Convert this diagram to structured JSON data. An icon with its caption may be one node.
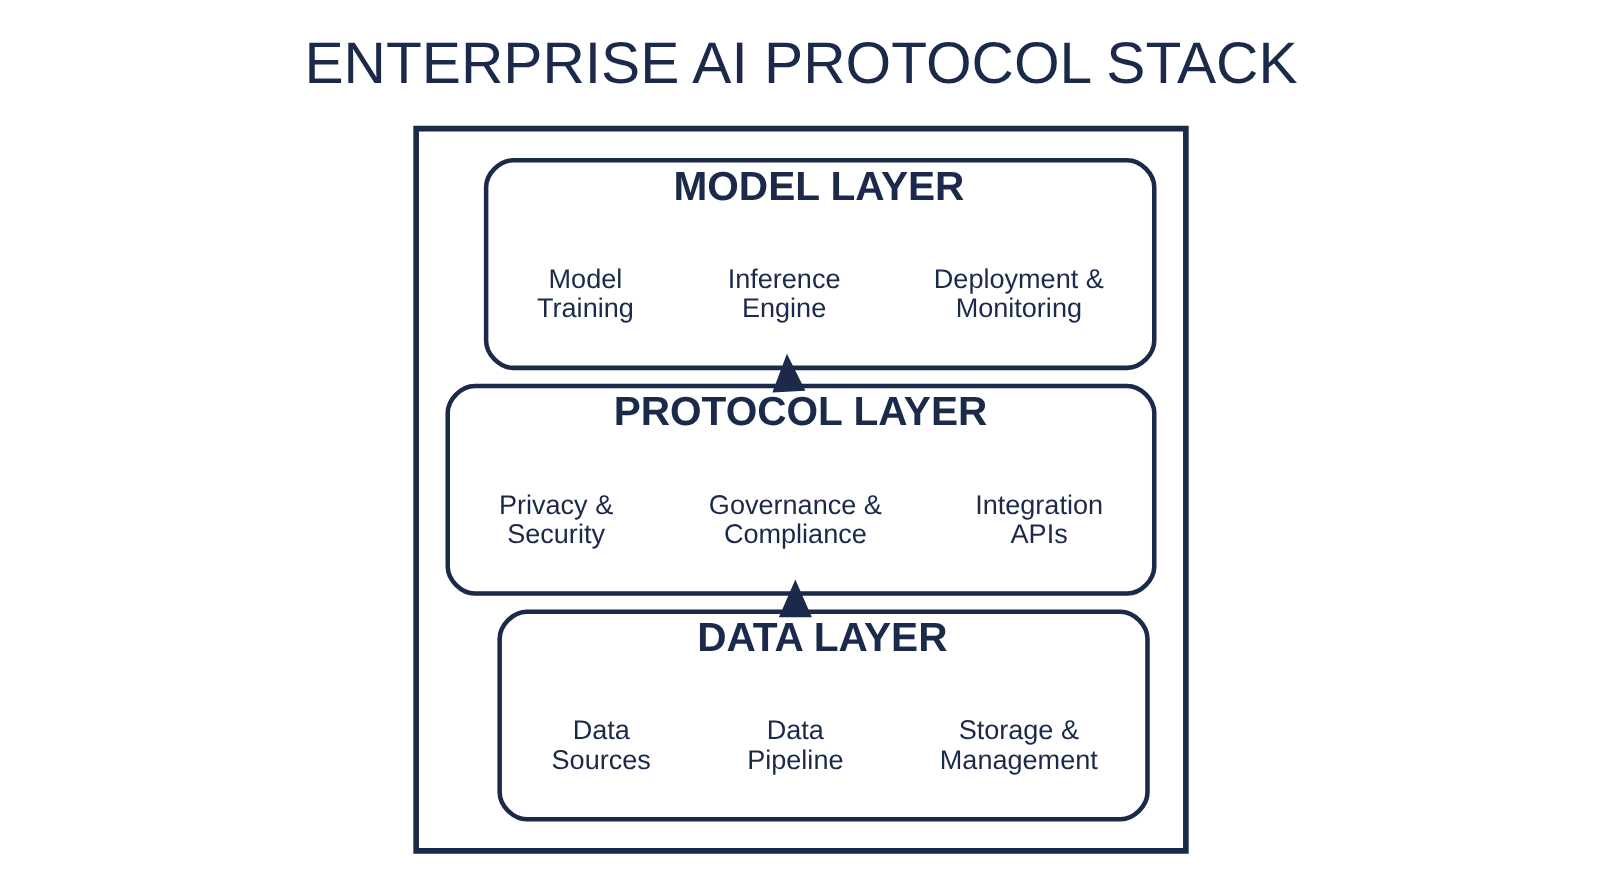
{
  "diagram": {
    "title": "ENTERPRISE AI PROTOCOL STACK",
    "nodes": [
      {
        "text": [],
        "shape": "box"
      },
      {
        "text": [
          "MODEL LAYER"
        ],
        "in": 0
      },
      {
        "text": [
          "Model Training"
        ],
        "in": 1
      },
      {
        "text": [
          "Inference Engine"
        ],
        "in": 1
      },
      {
        "text": [
          "Deployment & Monitoring"
        ],
        "in": 1
      },
      {
        "text": [
          "PROTOCOL LAYER"
        ],
        "in": 0
      },
      {
        "text": [
          "Privacy & Security"
        ],
        "in": 5
      },
      {
        "text": [
          "Governance & Compliance"
        ],
        "in": 5
      },
      {
        "text": [
          "Integration APIs"
        ],
        "in": 5
      },
      {
        "text": [
          "DATA LAYER"
        ],
        "in": 0
      },
      {
        "text": [
          "Data Sources"
        ],
        "in": 9
      },
      {
        "text": [
          "Data Pipeline"
        ],
        "in": 9
      },
      {
        "text": [
          "Storage & Management"
        ],
        "in": 9
      }
    ],
    "edges": [
      {
        "from": 9,
        "to": 5,
        "arrow": "to",
        "style": "thick"
      },
      {
        "from": 5,
        "to": 1,
        "arrow": "to",
        "style": "thick"
      }
    ]
  }
}
